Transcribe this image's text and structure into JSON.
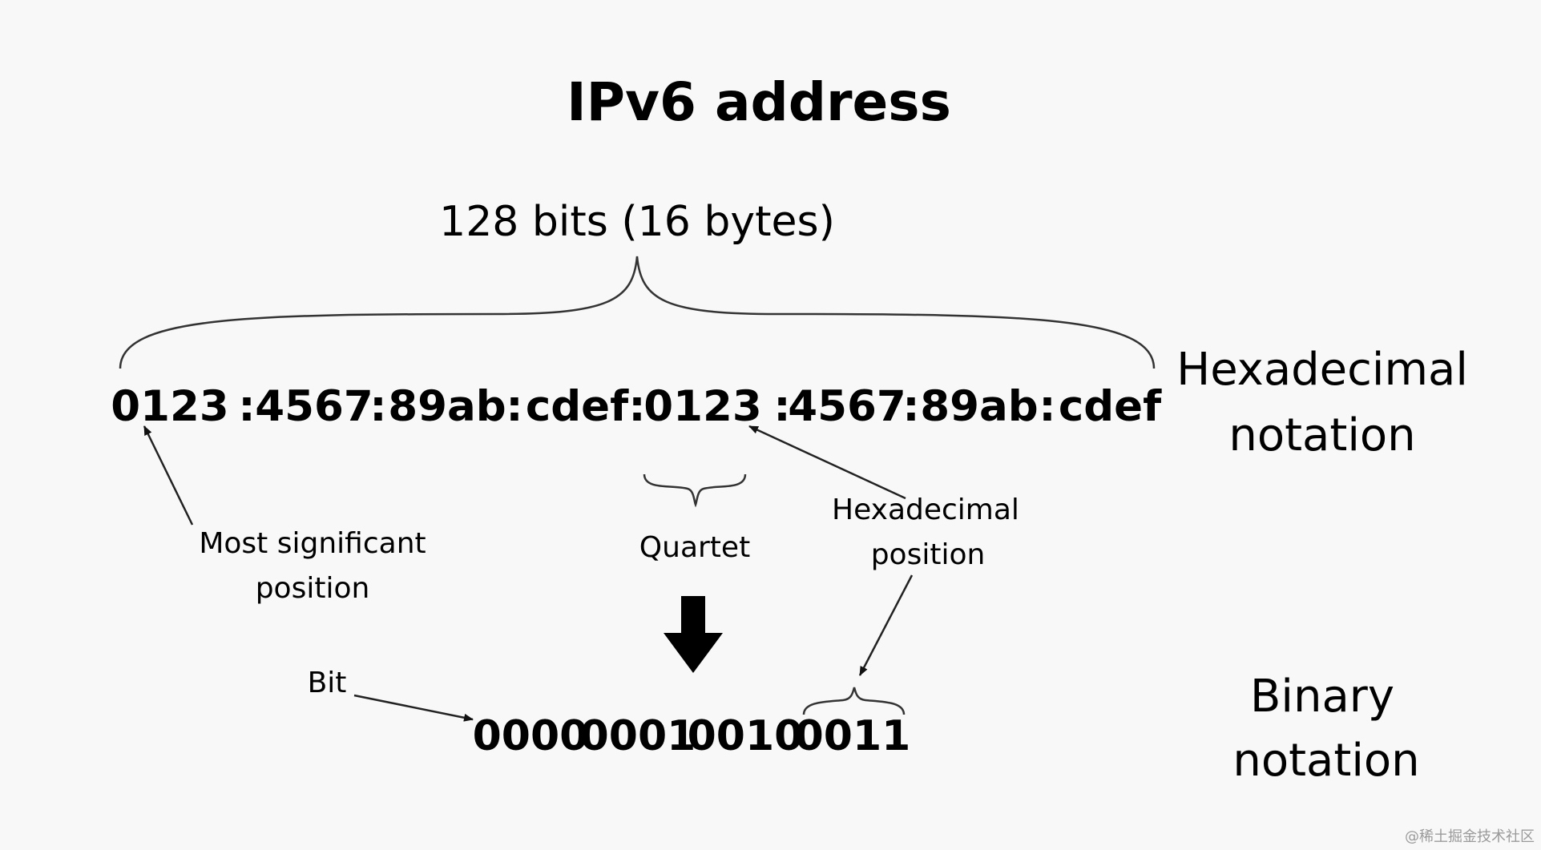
{
  "title": "IPv6 address",
  "size_label": "128 bits (16 bytes)",
  "hex_groups": [
    "0123",
    "4567",
    "89ab",
    "cdef",
    "0123",
    "4567",
    "89ab",
    "cdef"
  ],
  "separator": ":",
  "hex_notation_label": [
    "Hexadecimal",
    "notation"
  ],
  "binary_notation_label": [
    "Binary",
    "notation"
  ],
  "most_significant_label": [
    "Most significant",
    "position"
  ],
  "quartet_label": "Quartet",
  "hex_position_label": [
    "Hexadecimal",
    "position"
  ],
  "bit_label": "Bit",
  "binary_groups": [
    "0000",
    "0001",
    "0010",
    "0011"
  ],
  "watermark": "@稀土掘金技术社区",
  "colors": {
    "background": "#f8f8f8",
    "text": "#111111",
    "stroke": "#222222",
    "watermark": "#9a9a9a"
  }
}
